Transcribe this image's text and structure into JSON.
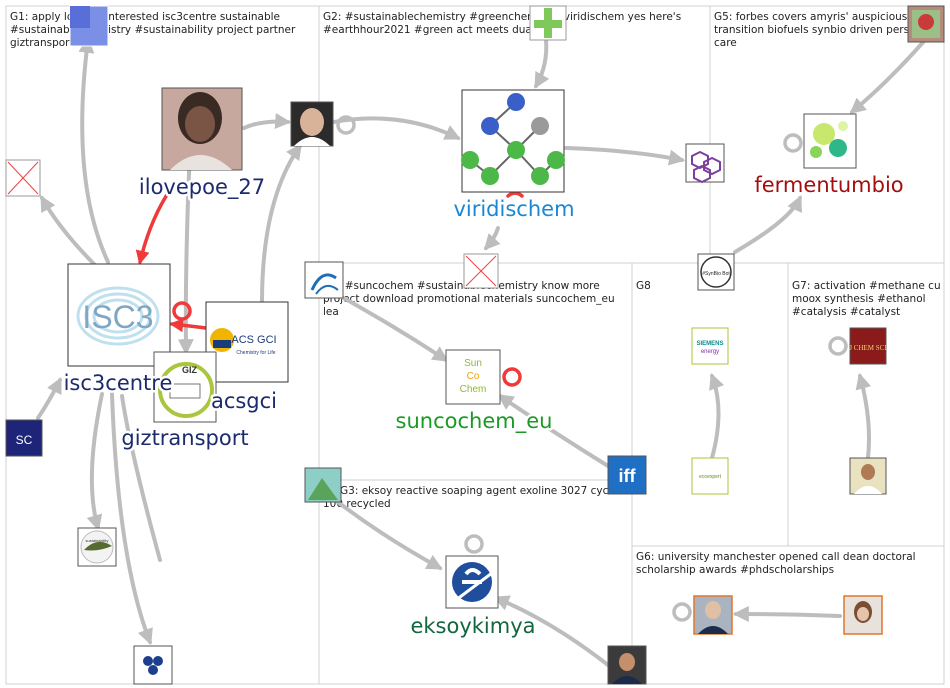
{
  "groups": [
    {
      "id": "G1",
      "text": [
        "G1: apply looking interested isc3centre sustainable",
        "#sustainablechemistry #sustainability project partner",
        "giztransport"
      ]
    },
    {
      "id": "G2",
      "text": [
        "G2: #sustainablechemistry #greenchemistry viridischem yes here's",
        "#earthhour2021 #green act meets dual"
      ]
    },
    {
      "id": "G5",
      "text": [
        "G5: forbes covers amyris' auspicious",
        "transition biofuels synbio driven personal",
        "care"
      ]
    },
    {
      "id": "G4",
      "text": [
        "G4: #suncochem #sustainablechemistry know more",
        "project download promotional materials suncochem_eu",
        "lea"
      ]
    },
    {
      "id": "G8",
      "text": [
        "G8"
      ]
    },
    {
      "id": "G7",
      "text": [
        "G7: activation #methane cu",
        "moox synthesis #ethanol",
        "#catalysis #catalyst"
      ]
    },
    {
      "id": "G3",
      "text": [
        "G3: eksoy reactive soaping agent exoline 3027 cyc made",
        "100 recycled"
      ]
    },
    {
      "id": "G6",
      "text": [
        "G6: university manchester opened call dean doctoral",
        "scholarship awards #phdscholarships"
      ]
    }
  ],
  "labels": {
    "ilovepoe": "ilovepoe_27",
    "isc3centre": "isc3centre",
    "acsgci": "acsgci",
    "giztransport": "giztransport",
    "viridischem": "viridischem",
    "fermentumbio": "fermentumbio",
    "suncochem": "suncochem_eu",
    "eksoykimya": "eksoykimya"
  },
  "logos": {
    "isc3": "ISC3",
    "acs": "ACS GCI",
    "acs_sub": "Chemistry for Life",
    "sunco_1": "Sun",
    "sunco_2": "Co",
    "sunco_3": "Chem",
    "iff": "iff",
    "siemens_1": "SIEMENS",
    "siemens_2": "energy",
    "sc": "SC",
    "synbio": "#SynBio Bot",
    "jchem": "J CHEM SCI",
    "sustainability": "sustainability",
    "gz": "GIZ",
    "ecoexpert": "ecoexpert"
  },
  "colors": {
    "edge": "#bdbdbd",
    "edge_highlight": "#f03a3a",
    "group_border": "#d0d0d0",
    "label_navy": "#1c2a6e",
    "label_blue": "#1a87d6",
    "label_darkred": "#a30f0f",
    "label_green": "#1a9a25",
    "label_darkgreen": "#14663f"
  }
}
